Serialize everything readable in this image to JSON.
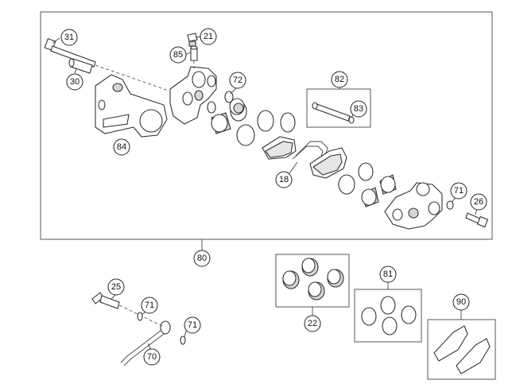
{
  "callouts": [
    {
      "id": "c31",
      "label": "31"
    },
    {
      "id": "c30",
      "label": "30"
    },
    {
      "id": "c21",
      "label": "21"
    },
    {
      "id": "c85",
      "label": "85"
    },
    {
      "id": "c72",
      "label": "72"
    },
    {
      "id": "c82",
      "label": "82"
    },
    {
      "id": "c83",
      "label": "83"
    },
    {
      "id": "c84",
      "label": "84"
    },
    {
      "id": "c18",
      "label": "18"
    },
    {
      "id": "c71a",
      "label": "71"
    },
    {
      "id": "c26",
      "label": "26"
    },
    {
      "id": "c80",
      "label": "80"
    },
    {
      "id": "c25",
      "label": "25"
    },
    {
      "id": "c71b",
      "label": "71"
    },
    {
      "id": "c71c",
      "label": "71"
    },
    {
      "id": "c70",
      "label": "70"
    },
    {
      "id": "c22",
      "label": "22"
    },
    {
      "id": "c81",
      "label": "81"
    },
    {
      "id": "c90",
      "label": "90"
    }
  ]
}
